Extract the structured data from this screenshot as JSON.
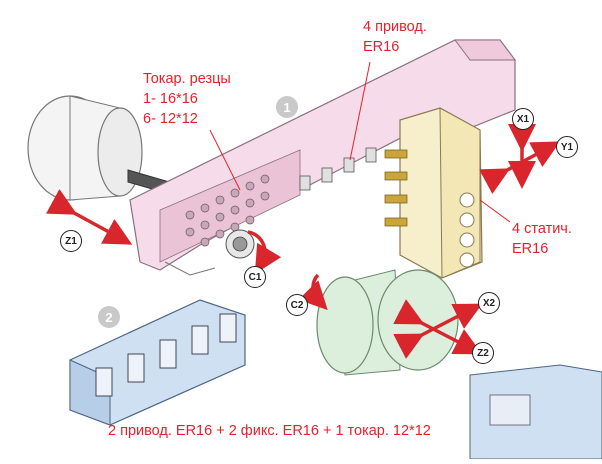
{
  "labels": {
    "turning_tools_title": "Токар. резцы",
    "turning_tools_line1": "1- 16*16",
    "turning_tools_line2": "6- 12*12",
    "driven_title": "4 привод.",
    "driven_spec": "ER16",
    "static_title": "4 статич.",
    "static_spec": "ER16",
    "bottom_caption": "2 привод. ER16 + 2 фикс. ER16 + 1 токар. 12*12"
  },
  "axes": {
    "x1": "X1",
    "y1": "Y1",
    "z1": "Z1",
    "c1": "C1",
    "c2": "C2",
    "x2": "X2",
    "z2": "Z2"
  },
  "unit_numbers": {
    "unit1": "1",
    "unit2": "2"
  },
  "colors": {
    "annotation": "#e8202a",
    "turret_fill": "#f6dcea",
    "static_block_fill": "#f7efcc",
    "spindle2_fill": "#dcefdc",
    "tool_unit2_fill": "#cfe0f3",
    "arrow": "#d8262c"
  }
}
